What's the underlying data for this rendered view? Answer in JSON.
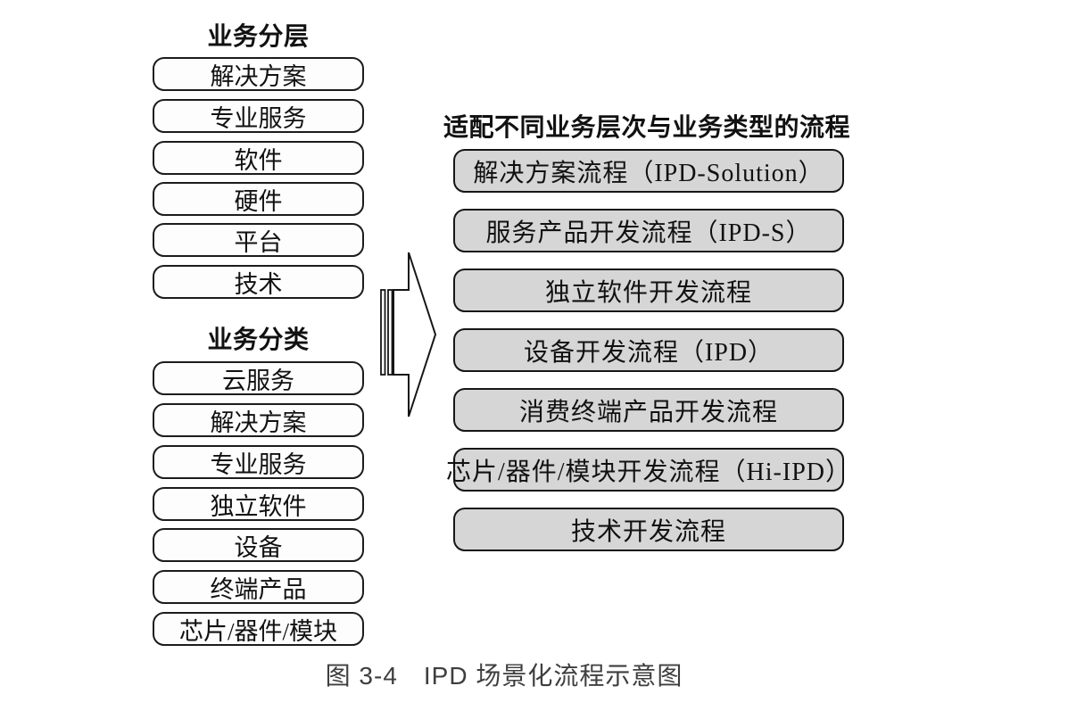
{
  "figure": {
    "caption": "图 3-4　IPD 场景化流程示意图"
  },
  "left_panel": {
    "layers": {
      "title": "业务分层",
      "items": [
        "解决方案",
        "专业服务",
        "软件",
        "硬件",
        "平台",
        "技术"
      ]
    },
    "categories": {
      "title": "业务分类",
      "items": [
        "云服务",
        "解决方案",
        "专业服务",
        "独立软件",
        "设备",
        "终端产品",
        "芯片/器件/模块"
      ]
    }
  },
  "arrow": {
    "icon": "striped-right-arrow"
  },
  "right_panel": {
    "title": "适配不同业务层次与业务类型的流程",
    "items": [
      "解决方案流程（IPD-Solution）",
      "服务产品开发流程（IPD-S）",
      "独立软件开发流程",
      "设备开发流程（IPD）",
      "消费终端产品开发流程",
      "芯片/器件/模块开发流程（Hi-IPD）",
      "技术开发流程"
    ]
  },
  "colors": {
    "background": "#ffffff",
    "white_box_fill": "#fdfdfd",
    "gray_box_fill": "#d6d6d6",
    "border": "#1c1c1c",
    "text": "#111111",
    "caption_text": "#3e3e3e"
  }
}
